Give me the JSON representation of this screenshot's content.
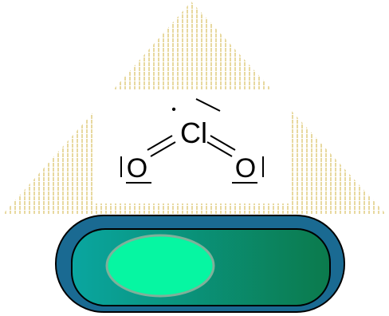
{
  "molecule": {
    "center_atom": "Cl",
    "ligand_left": "O",
    "ligand_right": "O",
    "radical_dot": "•"
  },
  "colors": {
    "hatch": "#e8d9a0",
    "capsule_outer": "#1a6a92",
    "capsule_inner_left": "#0aa6a0",
    "capsule_inner_right": "#0b7a4c",
    "oval_fill": "#06f6a2",
    "oval_stroke": "#7fb09a",
    "ink": "#000000"
  }
}
